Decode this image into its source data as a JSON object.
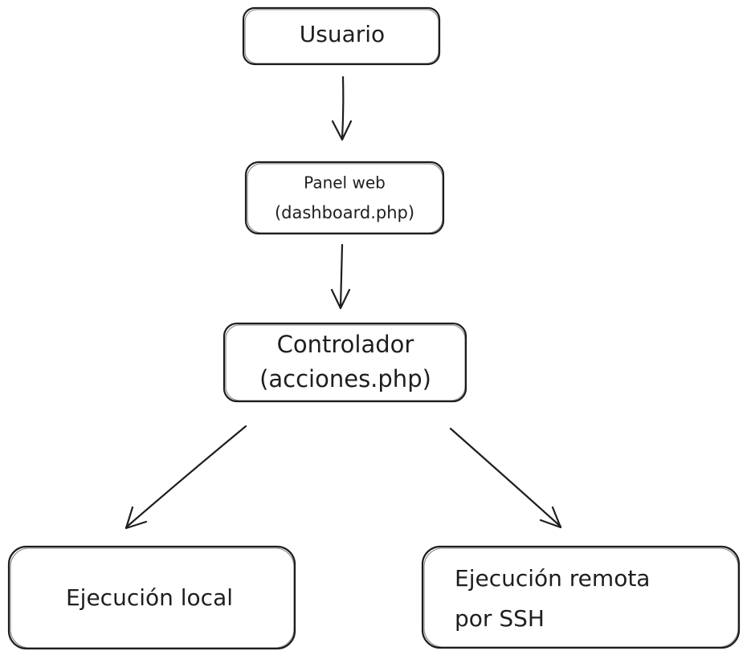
{
  "diagram": {
    "nodes": {
      "usuario": {
        "lines": [
          "Usuario"
        ]
      },
      "panel": {
        "lines": [
          "Panel web",
          "(dashboard.php)"
        ]
      },
      "controlador": {
        "lines": [
          "Controlador",
          "(acciones.php)"
        ]
      },
      "local": {
        "lines": [
          "Ejecución local"
        ]
      },
      "remota": {
        "lines": [
          "Ejecución remota",
          "por SSH"
        ]
      }
    },
    "colors": {
      "stroke": "#1e1e1e",
      "fill": "#ffffff"
    }
  }
}
